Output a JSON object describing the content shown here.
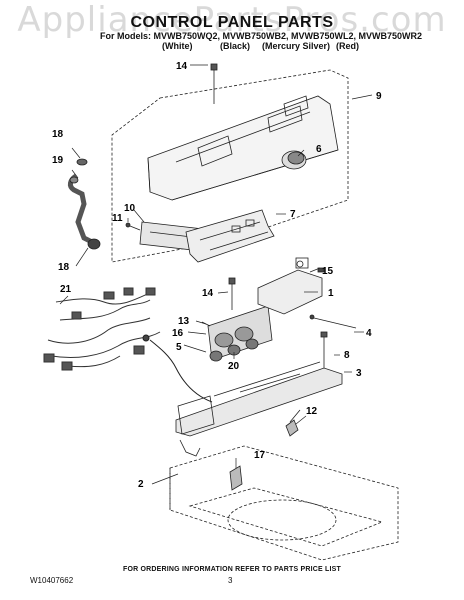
{
  "watermark": "AppliancePartsPros.com",
  "title": "CONTROL PANEL PARTS",
  "models_line": "For Models: MVWB750WQ2, MVWB750WB2, MVWB750WL2, MVWB750WR2",
  "colors": [
    "(White)",
    "(Black)",
    "(Mercury Silver)",
    "(Red)"
  ],
  "callouts": [
    "14",
    "9",
    "18",
    "19",
    "6",
    "10",
    "7",
    "11",
    "18",
    "15",
    "21",
    "14",
    "1",
    "13",
    "16",
    "4",
    "5",
    "20",
    "8",
    "3",
    "12",
    "17",
    "2"
  ],
  "footer_note": "FOR ORDERING INFORMATION REFER TO PARTS PRICE LIST",
  "doc_number": "W10407662",
  "page_number": "3"
}
